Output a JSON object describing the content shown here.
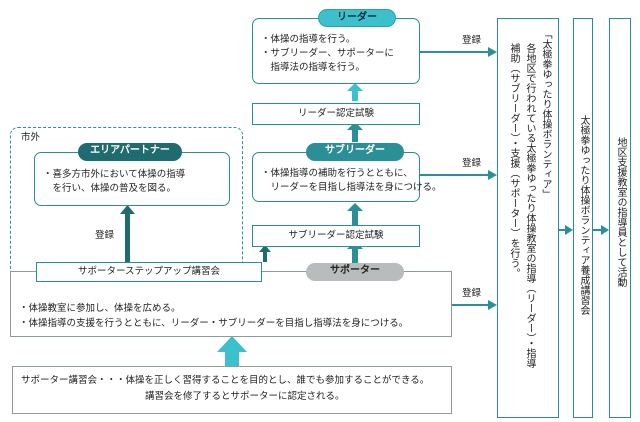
{
  "leader": {
    "title": "リーダー",
    "lines": [
      "・体操の指導を行う。",
      "・サブリーダー、サポーターに",
      "　指導法の指導を行う。"
    ]
  },
  "leader_exam": "リーダー認定試験",
  "subleader": {
    "title": "サブリーダー",
    "lines": [
      "・体操指導の補助を行うとともに、",
      "　リーダーを目指し指導法を身につける。"
    ]
  },
  "subleader_exam": "サブリーダー認定試験",
  "outside_city": {
    "label": "市外",
    "partner_title": "エリアパートナー",
    "lines": [
      "・喜多方市外において体操の指導",
      "　を行い、体操の普及を図る。"
    ]
  },
  "stepup_course": "サポーターステップアップ講習会",
  "supporter": {
    "title": "サポーター",
    "lines": [
      "・体操教室に参加し、体操を広める。",
      "・体操指導の支援を行うとともに、リーダー・サブリーダーを目指し指導法を身につける。"
    ]
  },
  "supporter_course": {
    "lines": [
      "サポーター講習会・・・体操を正しく習得することを目的とし、誰でも参加することができる。",
      "講習会を修了するとサポーターに認定される。"
    ]
  },
  "register_labels": [
    "登録",
    "登録",
    "登録",
    "登録"
  ],
  "volunteer_box": {
    "lines": [
      "「太極拳ゆったり体操ボランティア」",
      "各地区で行われている太極拳ゆったり体操教室の指導（リーダー）・指導",
      "補助（サブリーダー）・支援（サポーター）を行う。"
    ]
  },
  "training_course": "太極拳ゆったり体操ボランティア養成講習会",
  "final_activity": "地区支援教室の指導員として活動",
  "colors": {
    "teal": "#2a8f96",
    "teal_dark": "#1e6b70",
    "light_teal": "#3cc0cc",
    "gray_pill": "#b8bcbd",
    "gray_border": "#8f9a9c"
  }
}
